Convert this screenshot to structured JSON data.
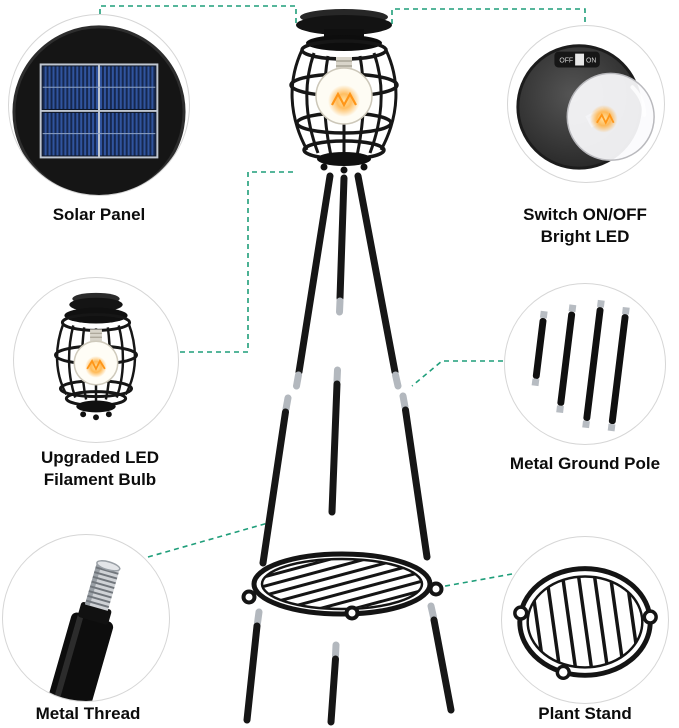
{
  "colors": {
    "accent": "#1f9e7a",
    "product_black": "#141414",
    "solar_blue": "#2e55a0",
    "glow_amber": "#ffab3d",
    "silver": "#b3b8be"
  },
  "callouts": {
    "solar_panel": {
      "label": "Solar Panel"
    },
    "switch_led": {
      "line1": "Switch ON/OFF",
      "line2": "Bright LED",
      "switch_off": "OFF",
      "switch_on": "ON"
    },
    "filament_bulb": {
      "line1": "Upgraded LED",
      "line2": "Filament Bulb"
    },
    "ground_pole": {
      "label": "Metal Ground Pole"
    },
    "metal_thread": {
      "label": "Metal Thread"
    },
    "plant_stand": {
      "label": "Plant Stand"
    }
  }
}
